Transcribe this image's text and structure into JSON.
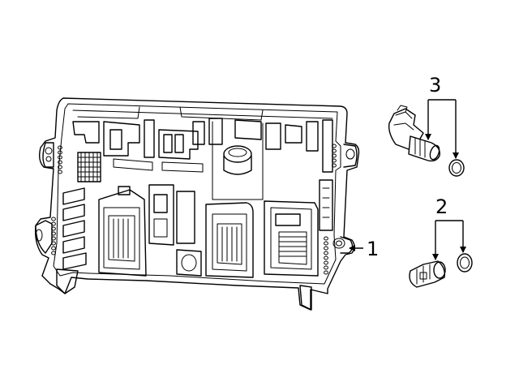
{
  "diagram": {
    "callouts": [
      {
        "id": "module",
        "label": "1"
      },
      {
        "id": "sensor-oring",
        "label": "2"
      },
      {
        "id": "sensor-plug-oring",
        "label": "3"
      }
    ],
    "colors": {
      "line": "#000000",
      "background": "#ffffff"
    }
  }
}
